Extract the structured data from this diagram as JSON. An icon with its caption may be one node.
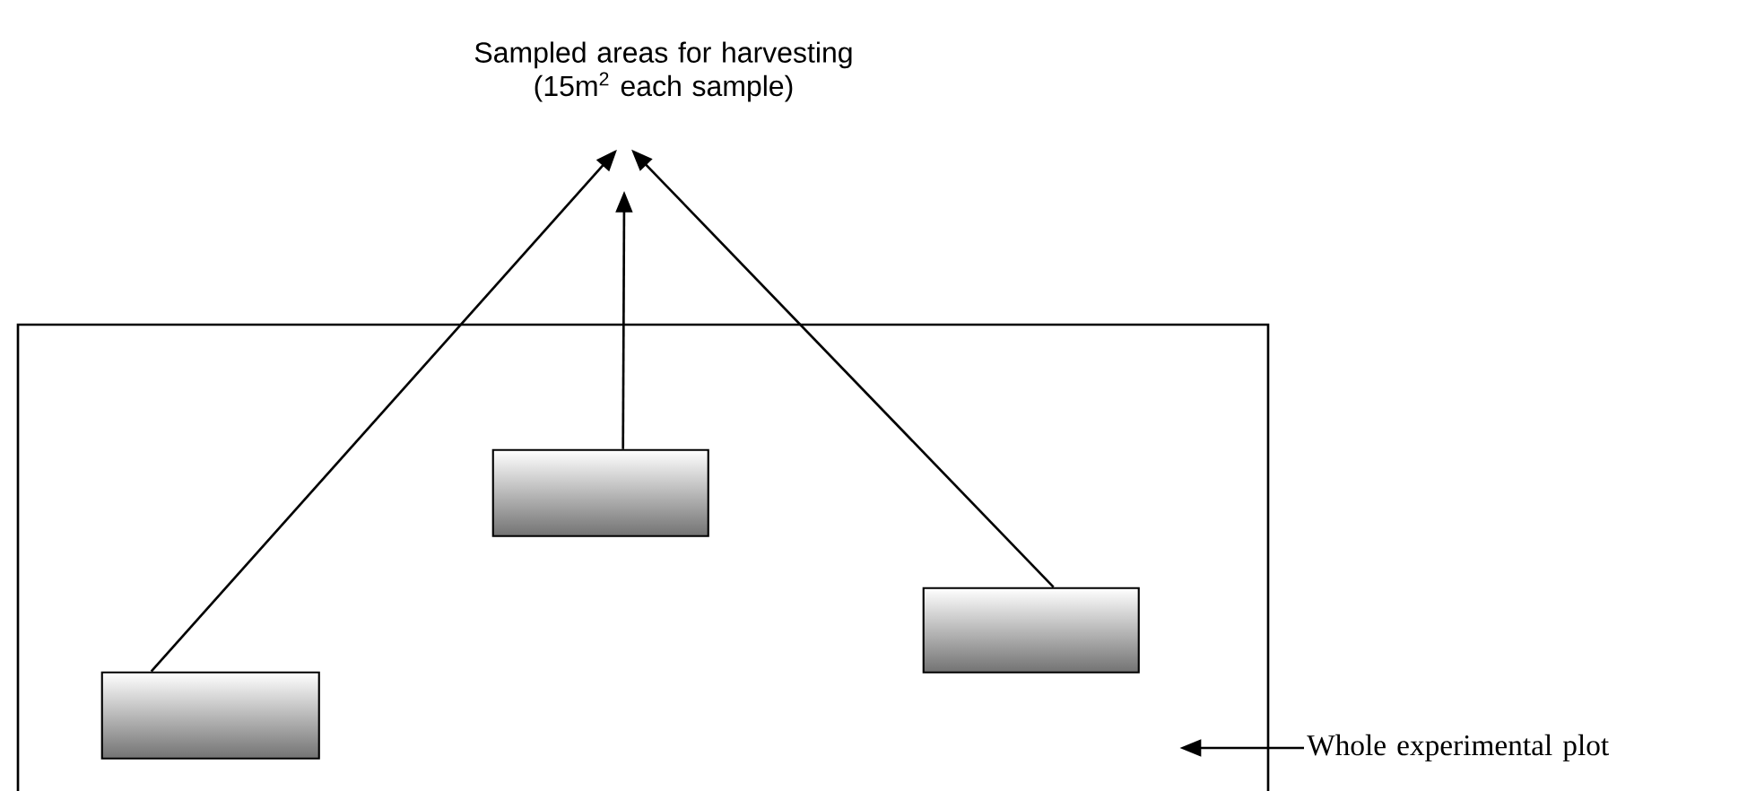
{
  "diagram": {
    "nodes": [
      {
        "text": [
          "Sampled areas for harvesting (15m$^{2}$ each sample)"
        ]
      },
      {
        "text": [],
        "shape": "box"
      },
      {
        "text": [],
        "shape": "bar",
        "in": 1
      },
      {
        "text": [],
        "shape": "bar",
        "in": 1
      },
      {
        "text": [],
        "shape": "bar",
        "in": 1
      },
      {
        "text": [
          "Whole experimental plot"
        ]
      }
    ],
    "edges": [
      {
        "from": 2,
        "to": 0,
        "arrow": "to"
      },
      {
        "from": 3,
        "to": 0,
        "arrow": "to"
      },
      {
        "from": 4,
        "to": 0,
        "arrow": "to"
      },
      {
        "from": 5,
        "to": 1,
        "arrow": "to"
      }
    ]
  }
}
